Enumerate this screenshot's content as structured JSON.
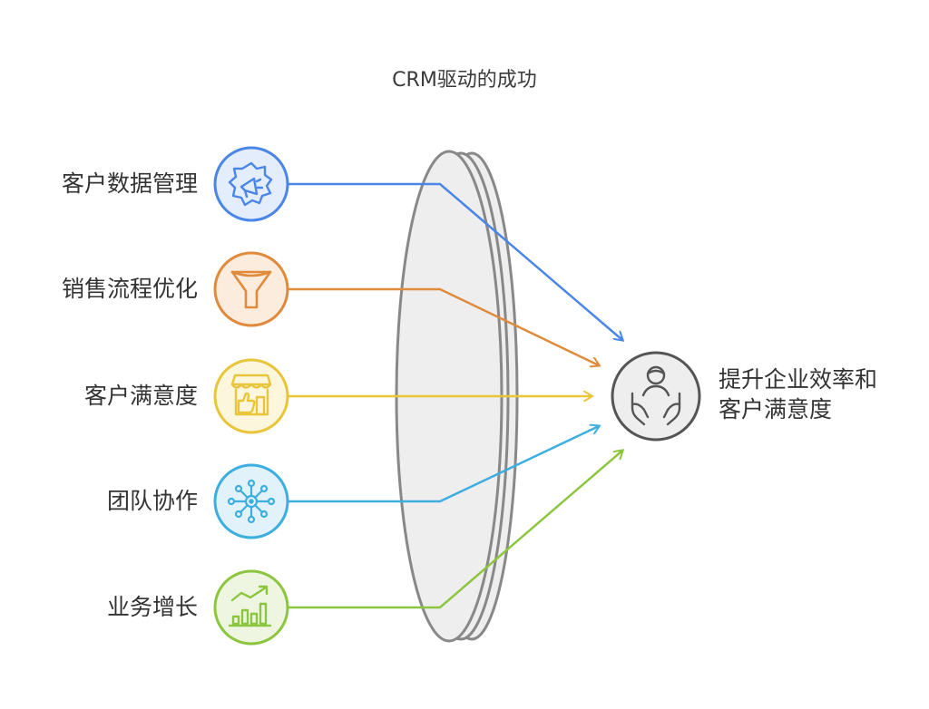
{
  "title": "CRM驱动的成功",
  "inputs": [
    {
      "label": "客户数据管理",
      "icon": "settings-megaphone-icon",
      "color": "#4a86e8",
      "fill": "#e4edfb"
    },
    {
      "label": "销售流程优化",
      "icon": "funnel-icon",
      "color": "#e08a3c",
      "fill": "#fcecdd"
    },
    {
      "label": "客户满意度",
      "icon": "storefront-thumbs-up-icon",
      "color": "#e8c53a",
      "fill": "#fbf6dc"
    },
    {
      "label": "团队协作",
      "icon": "network-hub-icon",
      "color": "#3daee0",
      "fill": "#e2f2fa"
    },
    {
      "label": "业务增长",
      "icon": "growth-bar-chart-icon",
      "color": "#8cc63f",
      "fill": "#eef6e2"
    }
  ],
  "output": {
    "line1": "提升企业效率和",
    "line2": "客户满意度",
    "icon": "person-care-hands-icon",
    "color": "#555555",
    "fill": "#eeeeee"
  },
  "lens": {
    "fill": "#eeeeee",
    "stroke": "#888888"
  }
}
